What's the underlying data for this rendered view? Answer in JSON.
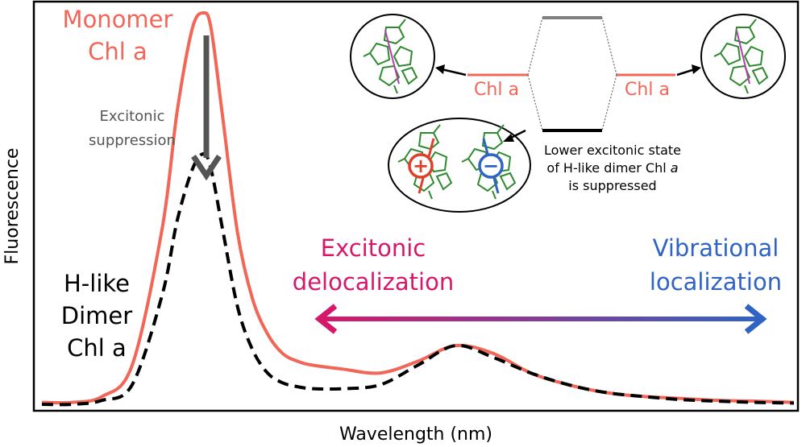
{
  "chart_data": {
    "type": "line",
    "xlabel": "Wavelength (nm)",
    "ylabel": "Fluorescence",
    "grid": false,
    "legend": "none",
    "x": [
      0,
      0.04,
      0.08,
      0.12,
      0.16,
      0.18,
      0.2,
      0.215,
      0.225,
      0.24,
      0.26,
      0.28,
      0.3,
      0.32,
      0.34,
      0.36,
      0.4,
      0.45,
      0.5,
      0.55,
      0.6,
      0.65,
      0.7,
      0.75,
      0.8,
      0.85,
      0.9,
      0.95,
      1.0
    ],
    "xlim": [
      0,
      1
    ],
    "ylim": [
      0,
      1
    ],
    "series": [
      {
        "name": "Monomer Chl a",
        "color": "#f26658",
        "style": "solid",
        "values": [
          0.005,
          0.005,
          0.02,
          0.1,
          0.45,
          0.75,
          0.96,
          1.0,
          0.96,
          0.74,
          0.44,
          0.27,
          0.18,
          0.13,
          0.11,
          0.1,
          0.09,
          0.08,
          0.11,
          0.15,
          0.13,
          0.08,
          0.05,
          0.03,
          0.02,
          0.015,
          0.01,
          0.008,
          0.005
        ]
      },
      {
        "name": "H-like Dimer Chl a",
        "color": "#000000",
        "style": "dashed",
        "values": [
          0.0,
          0.0,
          0.01,
          0.05,
          0.28,
          0.47,
          0.6,
          0.64,
          0.6,
          0.45,
          0.25,
          0.14,
          0.08,
          0.055,
          0.045,
          0.04,
          0.04,
          0.05,
          0.1,
          0.15,
          0.12,
          0.08,
          0.05,
          0.03,
          0.02,
          0.012,
          0.008,
          0.005,
          0.003
        ]
      }
    ]
  },
  "labels": {
    "monomer_line1": "Monomer",
    "monomer_line2": "Chl a",
    "dimer_line1": "H-like",
    "dimer_line2": "Dimer",
    "dimer_line3": "Chl a",
    "suppression_line1": "Excitonic",
    "suppression_line2": "suppression",
    "deloc_line1": "Excitonic",
    "deloc_line2": "delocalization",
    "vib_line1": "Vibrational",
    "vib_line2": "localization"
  },
  "inset": {
    "left_level": "Chl a",
    "right_level": "Chl a",
    "caption_line1": "Lower excitonic state",
    "caption_line2_prefix": "of H-like dimer Chl ",
    "caption_line2_italic": "a",
    "caption_line3": "is suppressed",
    "plus_sign": "+",
    "minus_sign": "−"
  },
  "colors": {
    "monomer": "#f26658",
    "dimer": "#000000",
    "suppression_text": "#555555",
    "deloc_text": "#d6186a",
    "vib_text": "#2f63c4",
    "arrow_start": "#d6186a",
    "arrow_end": "#2f63c4",
    "molecule": "#2f8a2f",
    "level_top": "#808080",
    "plus": "#e0402a",
    "minus": "#2f63c4"
  }
}
